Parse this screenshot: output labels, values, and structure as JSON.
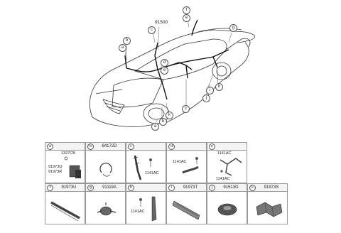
{
  "main_assembly": {
    "part_number": "91500",
    "callouts": [
      "a",
      "b",
      "c",
      "d",
      "e",
      "f",
      "g",
      "h",
      "i",
      "j",
      "k"
    ]
  },
  "parts_table": {
    "cells": [
      {
        "letter": "a",
        "code": "",
        "labels": [
          "1327CB",
          "91973Q",
          "91973R"
        ]
      },
      {
        "letter": "b",
        "code": "84172D",
        "labels": []
      },
      {
        "letter": "c",
        "code": "",
        "labels": [
          "1141AC"
        ]
      },
      {
        "letter": "d",
        "code": "",
        "labels": [
          "1141AC"
        ]
      },
      {
        "letter": "e",
        "code": "",
        "labels": [
          "1141AC",
          "1141AC"
        ]
      },
      {
        "letter": "f",
        "code": "91973U",
        "labels": []
      },
      {
        "letter": "g",
        "code": "91119A",
        "labels": []
      },
      {
        "letter": "h",
        "code": "",
        "labels": [
          "1141AC"
        ]
      },
      {
        "letter": "i",
        "code": "91973T",
        "labels": []
      },
      {
        "letter": "j",
        "code": "91513G",
        "labels": []
      },
      {
        "letter": "k",
        "code": "91973S",
        "labels": []
      }
    ]
  }
}
